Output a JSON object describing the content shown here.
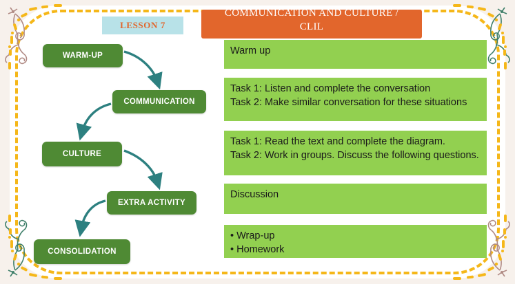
{
  "slide": {
    "lesson_badge": "LESSON 7",
    "title_line1": "COMMUNICATION AND CULTURE /",
    "title_line2": "CLIL"
  },
  "colors": {
    "page_background": "#f7f1ec",
    "canvas": "#ffffff",
    "frame_dash": "#f5b719",
    "title_bar": "#e2662c",
    "badge_background": "#b8e2e8",
    "badge_text": "#e2662c",
    "flow_box": "#4f8a34",
    "flow_box_text": "#ffffff",
    "arrow": "#2d8080",
    "panel": "#92d050",
    "panel_text": "#1a1a1a",
    "ornament_mauve": "#b08a84",
    "ornament_green": "#4f8a34"
  },
  "flow": {
    "steps": [
      {
        "label": "WARM-UP"
      },
      {
        "label": "COMMUNICATION"
      },
      {
        "label": "CULTURE"
      },
      {
        "label": "EXTRA ACTIVITY"
      },
      {
        "label": "CONSOLIDATION"
      }
    ]
  },
  "panels": [
    {
      "name": "warm-up-content",
      "lines": [
        "Warm up"
      ]
    },
    {
      "name": "communication-content",
      "lines": [
        "Task 1: Listen and complete the conversation",
        "Task 2: Make similar conversation for these situations"
      ]
    },
    {
      "name": "culture-content",
      "lines": [
        "Task 1: Read the text and complete the diagram.",
        "Task 2: Work in groups. Discuss the following questions."
      ]
    },
    {
      "name": "extra-activity-content",
      "lines": [
        "Discussion"
      ]
    },
    {
      "name": "consolidation-content",
      "lines": [
        "• Wrap-up",
        "• Homework"
      ]
    }
  ]
}
